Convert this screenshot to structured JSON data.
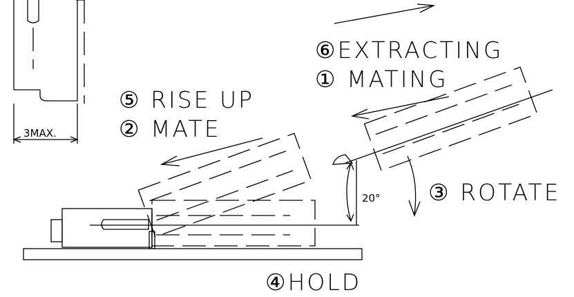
{
  "diagram": {
    "labels": {
      "step6": "⑥EXTRACTING",
      "step1": "① MATING",
      "step5": "⑤ RISE UP",
      "step2": "② MATE",
      "step3": "③ ROTATE",
      "step4": "④HOLD",
      "angle": "20°",
      "dimension": "3MAX."
    },
    "colors": {
      "ink": "#000000",
      "background": "#ffffff"
    }
  }
}
